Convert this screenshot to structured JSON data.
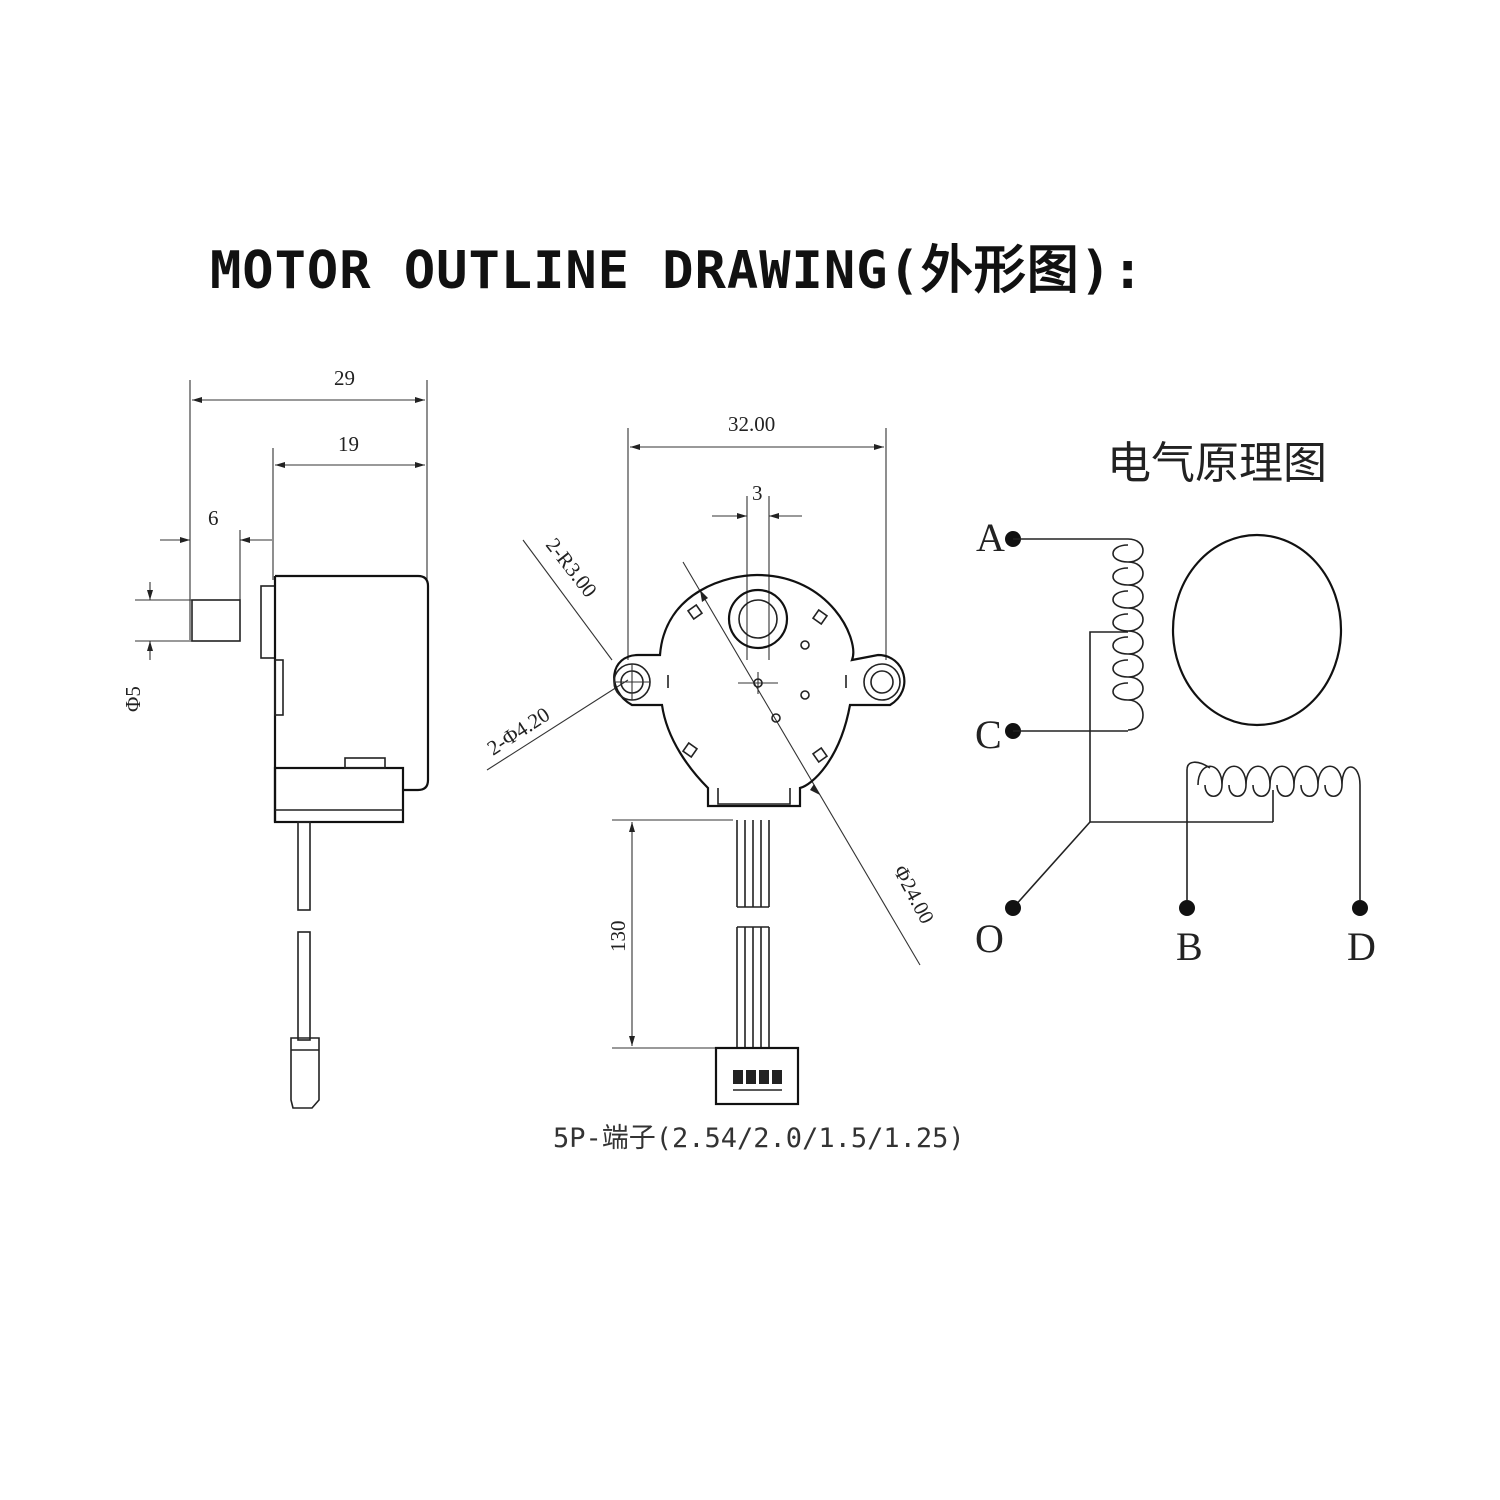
{
  "title": "MOTOR OUTLINE DRAWING(外形图):",
  "side_view": {
    "dim_overall": "29",
    "dim_body": "19",
    "dim_shaft": "6",
    "dim_shaft_dia": "Φ5"
  },
  "front_view": {
    "dim_width": "32.00",
    "dim_flat": "3",
    "dim_radius": "2-R3.00",
    "dim_holes": "2-Φ4.20",
    "dim_body_dia": "Φ24.00",
    "dim_cable": "130",
    "connector_caption": "5P-端子(2.54/2.0/1.5/1.25)"
  },
  "schematic": {
    "heading": "电气原理图",
    "terminals": [
      "A",
      "C",
      "O",
      "B",
      "D"
    ]
  }
}
